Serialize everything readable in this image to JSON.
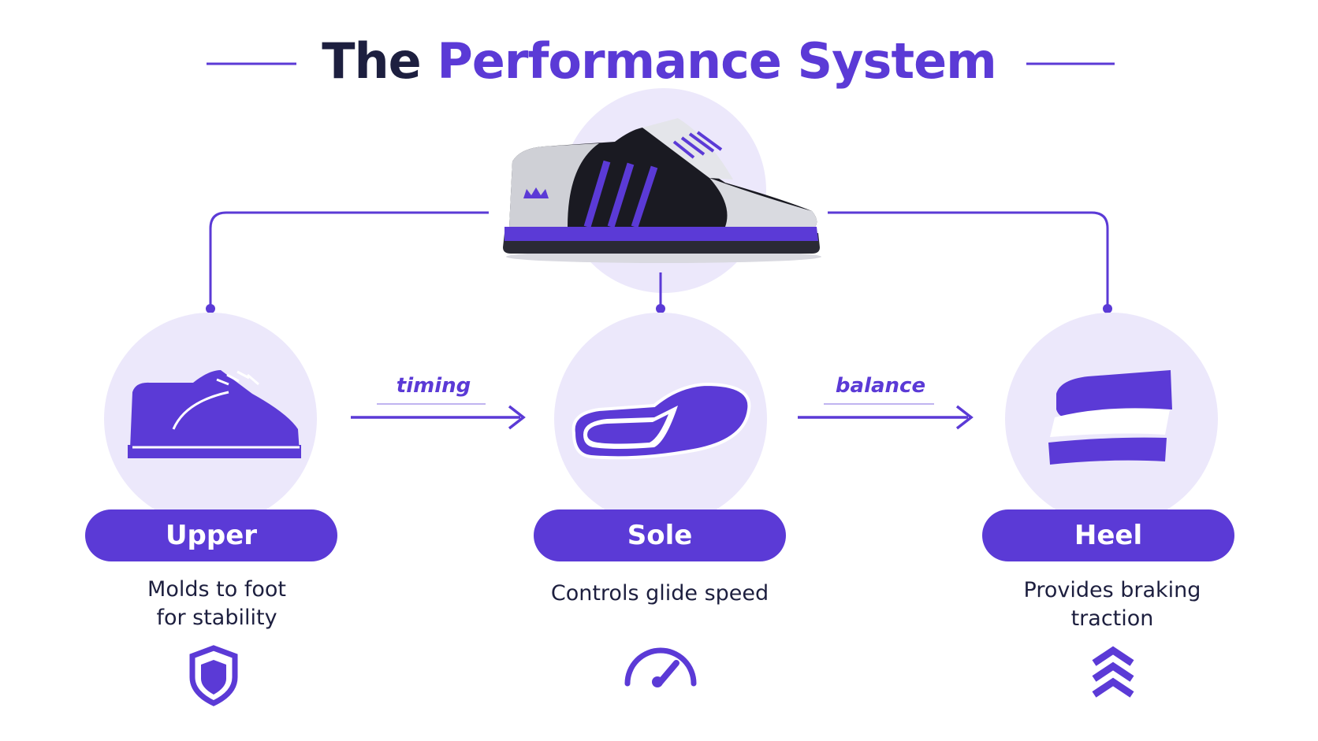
{
  "title": {
    "part1": "The",
    "part2": "Performance System"
  },
  "colors": {
    "accent": "#5b3ad6",
    "light_circle": "#ece8fb",
    "dark_text": "#1d1f3f"
  },
  "flow": [
    {
      "label": "timing"
    },
    {
      "label": "balance"
    }
  ],
  "components": [
    {
      "name": "Upper",
      "description_line1": "Molds to foot",
      "description_line2": "for stability",
      "icon": "shield-icon"
    },
    {
      "name": "Sole",
      "description_line1": "Controls glide speed",
      "description_line2": "",
      "icon": "speedometer-icon"
    },
    {
      "name": "Heel",
      "description_line1": "Provides braking",
      "description_line2": "traction",
      "icon": "chevrons-up-icon"
    }
  ]
}
